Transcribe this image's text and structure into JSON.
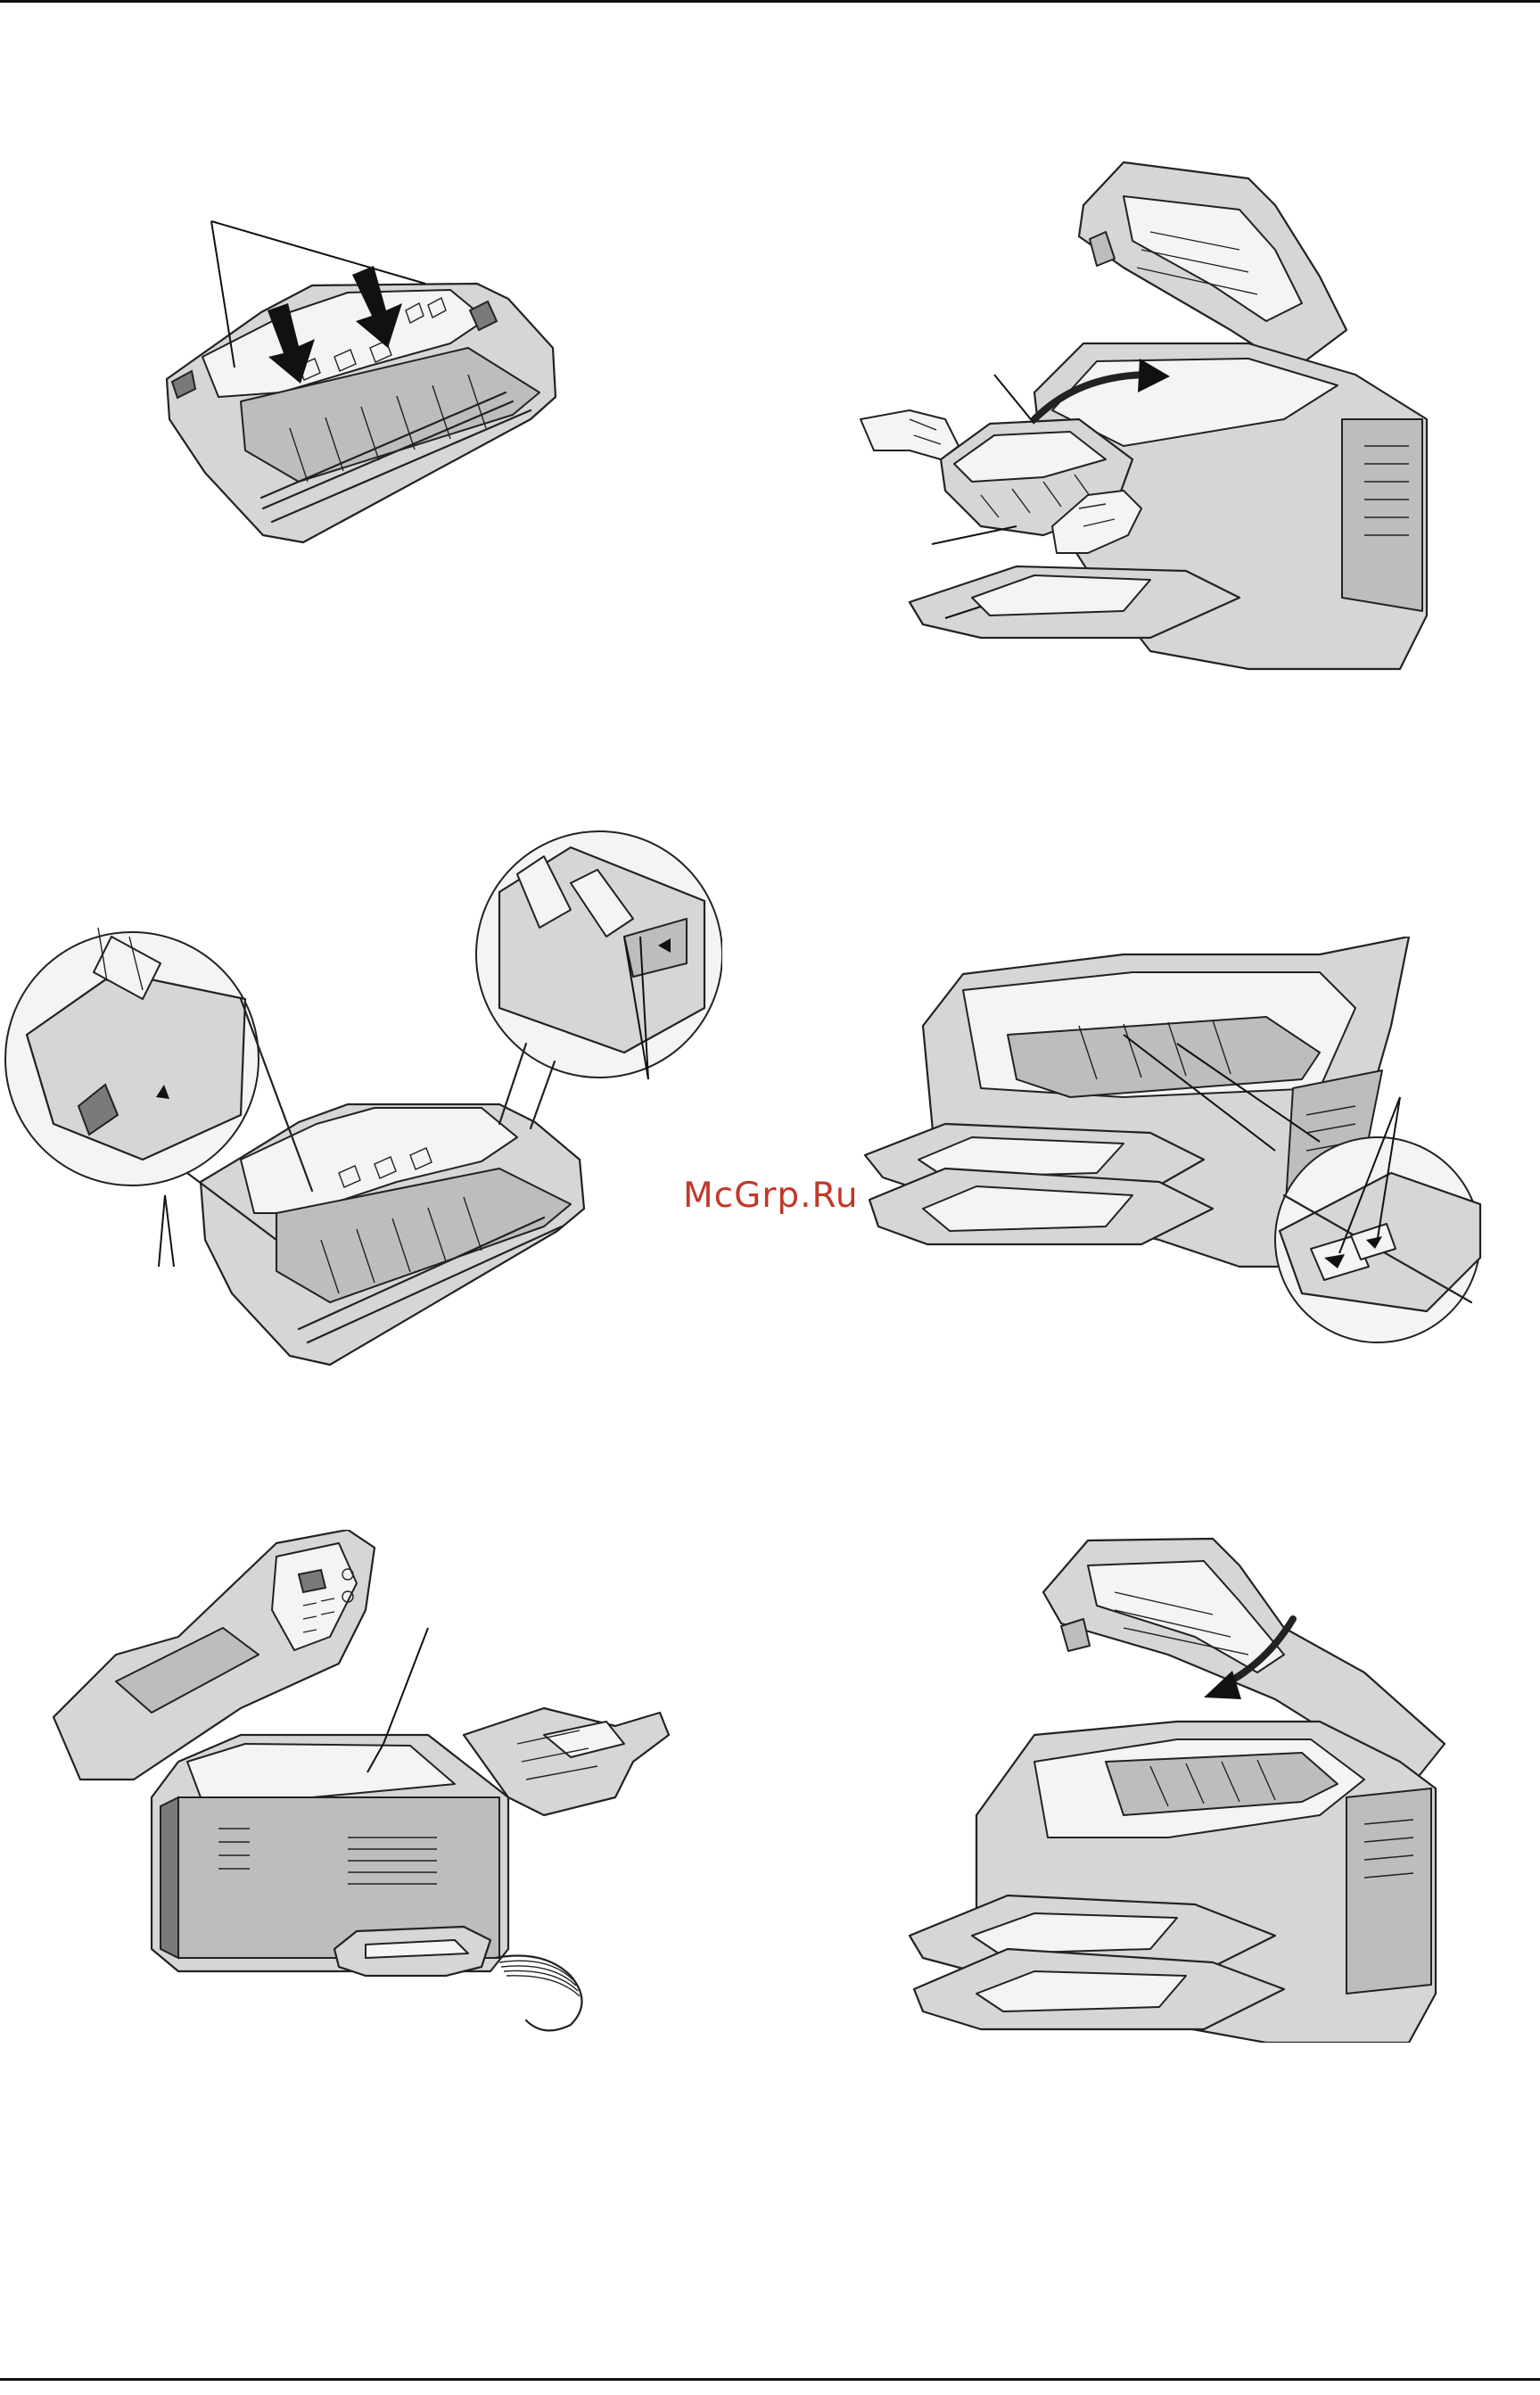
{
  "page": {
    "watermark": "McGrp.Ru"
  },
  "illustrations": [
    {
      "id": "drum-unit-tabs",
      "icon": "drum-unit-icon"
    },
    {
      "id": "insert-drum-unit",
      "icon": "printer-open-icon"
    },
    {
      "id": "drum-unit-marks",
      "icon": "drum-unit-icon"
    },
    {
      "id": "printer-marks",
      "icon": "printer-open-icon"
    },
    {
      "id": "fax-machine-open",
      "icon": "fax-machine-icon"
    },
    {
      "id": "close-cover",
      "icon": "printer-open-icon"
    }
  ],
  "colors": {
    "line": "#222222",
    "fill_light": "#d6d6d6",
    "fill_mid": "#bdbdbd",
    "watermark": "#c0392b"
  }
}
